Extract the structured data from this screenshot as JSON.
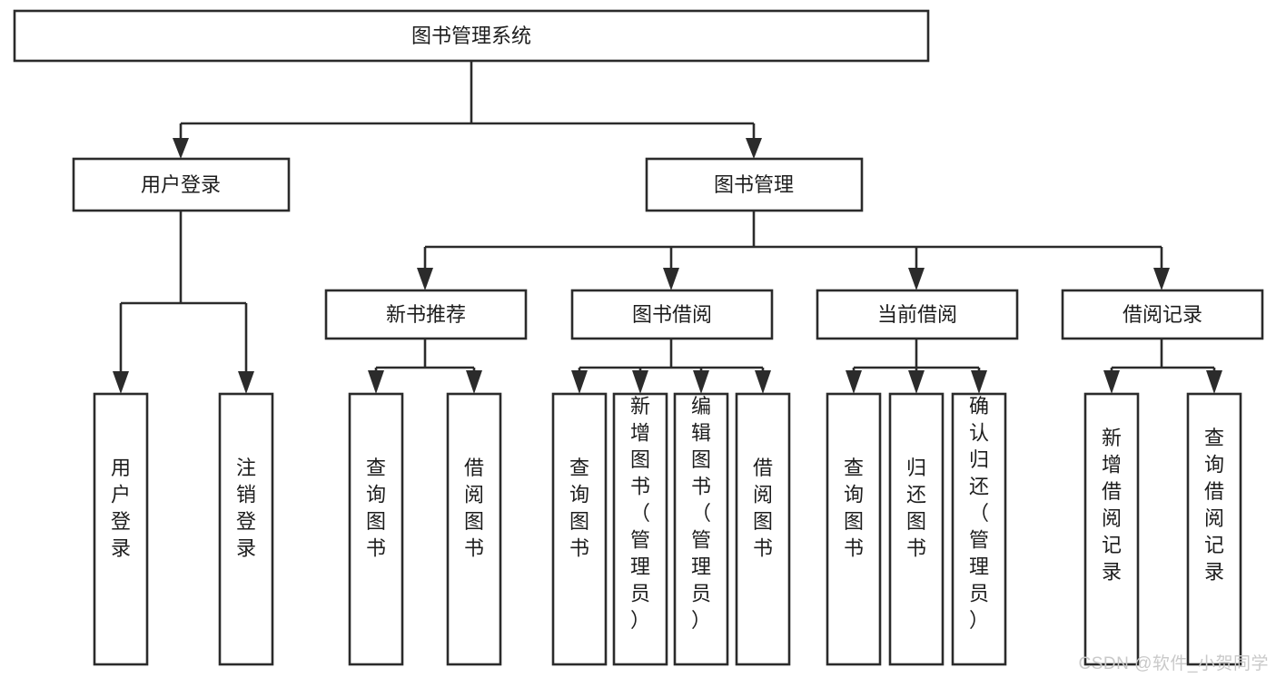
{
  "diagram": {
    "kind": "tree-hierarchy-chart",
    "title": "图书管理系统",
    "watermark": "CSDN @软件_小贺同学",
    "colors": {
      "stroke": "#2b2b2b",
      "fill": "#ffffff",
      "text": "#1d1d1d",
      "watermark": "#c9c9c9",
      "background": "#ffffff"
    },
    "levels": {
      "level1": {
        "label": "图书管理系统"
      },
      "level2": [
        {
          "label": "用户登录"
        },
        {
          "label": "图书管理"
        }
      ],
      "level3": [
        {
          "label": "新书推荐"
        },
        {
          "label": "图书借阅"
        },
        {
          "label": "当前借阅"
        },
        {
          "label": "借阅记录"
        }
      ],
      "leaves": {
        "user_login": [
          {
            "label": "用户登录"
          },
          {
            "label": "注销登录"
          }
        ],
        "new_book_recommend": [
          {
            "label": "查询图书"
          },
          {
            "label": "借阅图书"
          }
        ],
        "book_borrow": [
          {
            "label": "查询图书"
          },
          {
            "label": "新增图书（管理员）"
          },
          {
            "label": "编辑图书（管理员）"
          },
          {
            "label": "借阅图书"
          }
        ],
        "current_borrow": [
          {
            "label": "查询图书"
          },
          {
            "label": "归还图书"
          },
          {
            "label": "确认归还（管理员）"
          }
        ],
        "borrow_record": [
          {
            "label": "新增借阅记录"
          },
          {
            "label": "查询借阅记录"
          }
        ]
      }
    }
  }
}
